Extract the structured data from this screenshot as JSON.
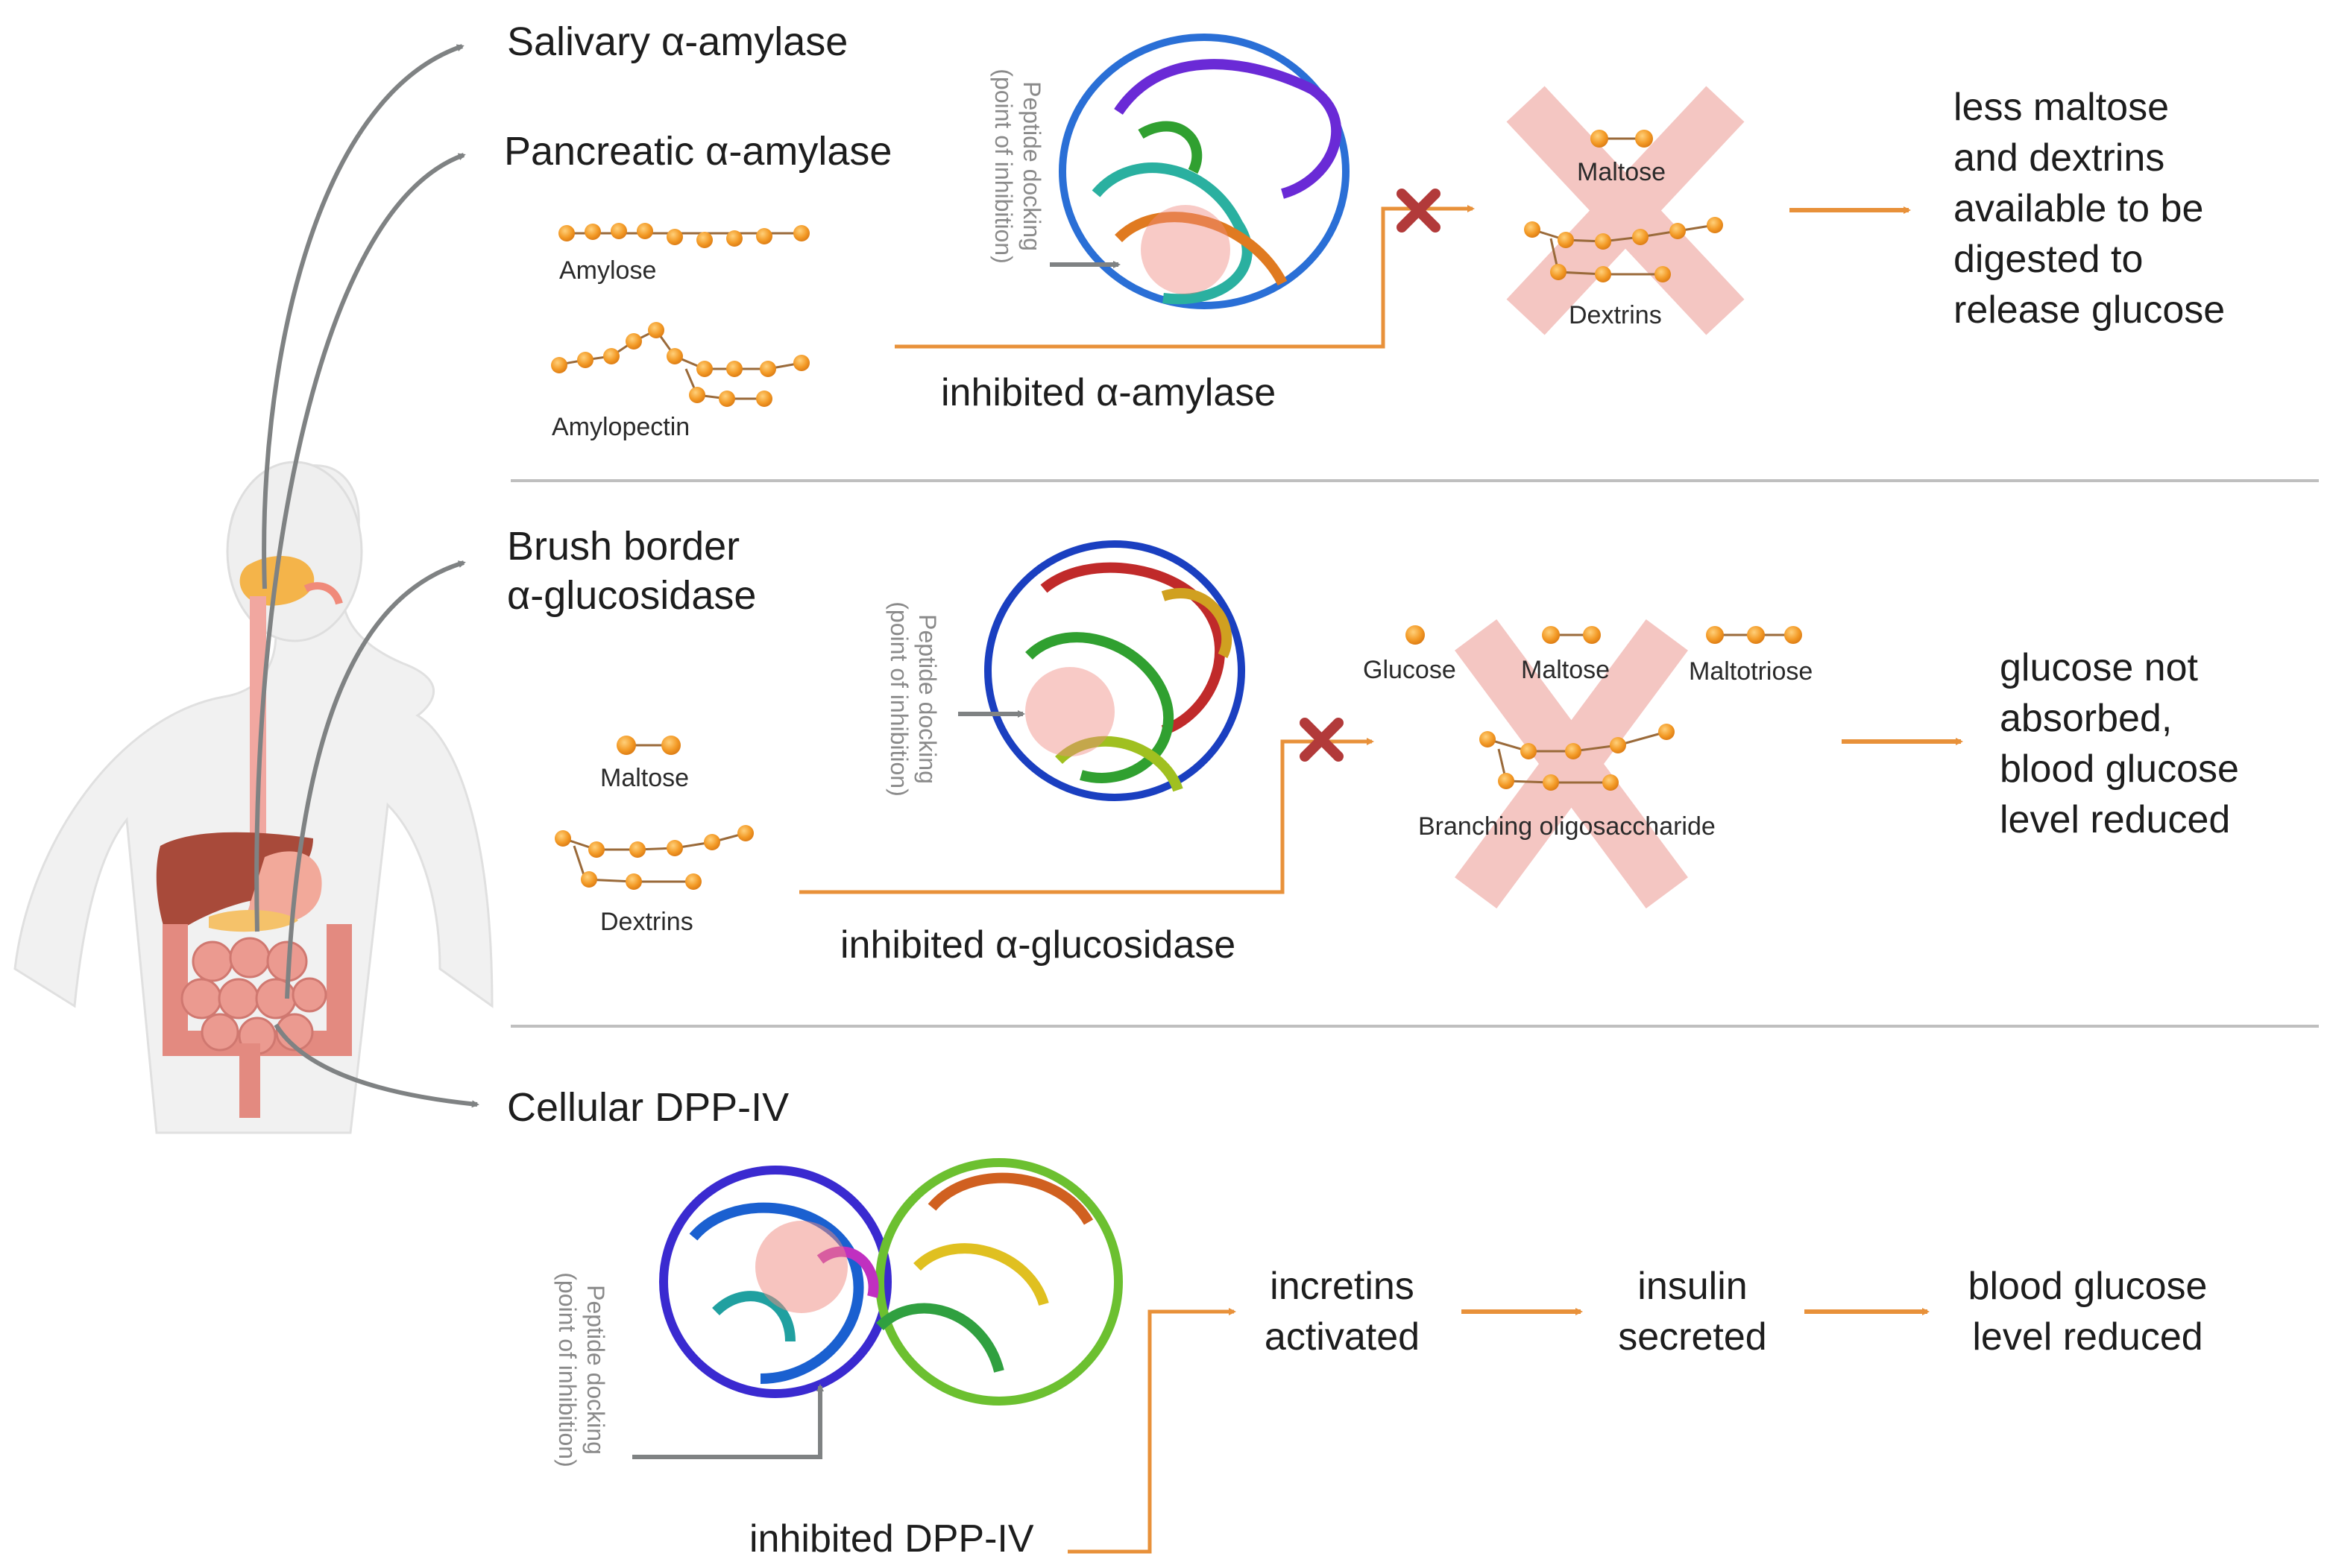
{
  "enzymes": {
    "salivary": "Salivary α-amylase",
    "pancreatic": "Pancreatic α-amylase",
    "brush_border": [
      "Brush border",
      "α-glucosidase"
    ],
    "dpp": "Cellular DPP-IV"
  },
  "docking_label": [
    "Peptide docking",
    "(point of inhibition)"
  ],
  "amylase": {
    "substrates": [
      "Amylose",
      "Amylopectin"
    ],
    "products": [
      "Maltose",
      "Dextrins"
    ],
    "inhibited": "inhibited α-amylase",
    "result": [
      "less maltose",
      "and dextrins",
      "available to be",
      "digested to",
      "release glucose"
    ]
  },
  "glucosidase": {
    "substrates": [
      "Maltose",
      "Dextrins"
    ],
    "products": [
      "Glucose",
      "Maltose",
      "Maltotriose",
      "Branching oligosaccharide"
    ],
    "inhibited": "inhibited α-glucosidase",
    "result": [
      "glucose not",
      "absorbed,",
      "blood glucose",
      "level reduced"
    ]
  },
  "dpp": {
    "inhibited": "inhibited DPP-IV",
    "steps": [
      [
        "incretins",
        "activated"
      ],
      [
        "insulin",
        "secreted"
      ],
      [
        "blood glucose",
        "level reduced"
      ]
    ]
  },
  "colors": {
    "arrow_orange": "#e8913a",
    "arrow_gray": "#7f8283",
    "cross_red": "#b23a3a",
    "cross_pink": "#f2b8b4",
    "bead": "#f39a26",
    "separator": "#bfbfbf",
    "body": "#f1f1f1"
  }
}
